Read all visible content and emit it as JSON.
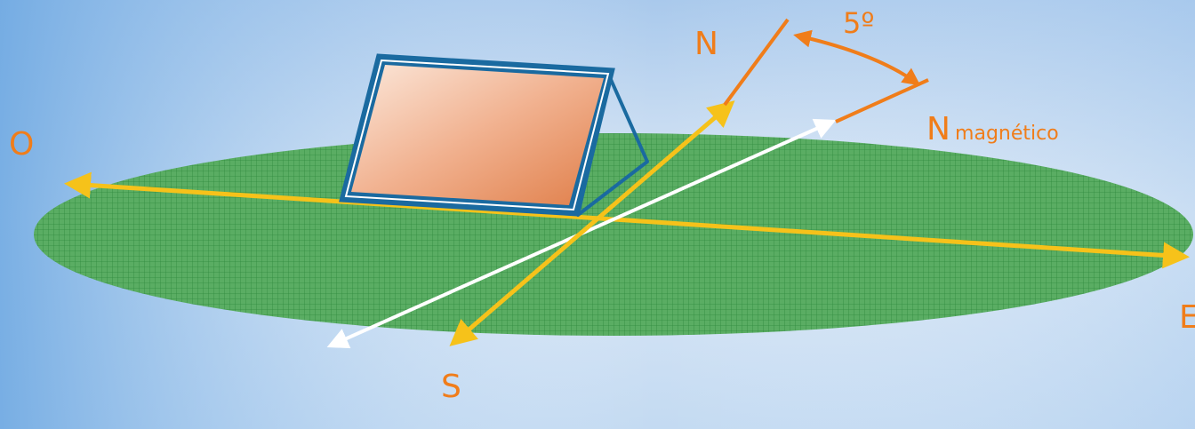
{
  "diagram": {
    "labels": {
      "north": "N",
      "south": "S",
      "west": "O",
      "east": "E",
      "magnetic_north_letter": "N",
      "magnetic_north_word": "magnético",
      "declination": "5º"
    },
    "colors": {
      "ground": "#4fa85a",
      "grid": "#2f8a3e",
      "cardinal_axis": "#f6c21a",
      "magnetic_axis": "#ffffff",
      "orange": "#f07d1a",
      "panel_frame": "#1a6aa0"
    }
  }
}
